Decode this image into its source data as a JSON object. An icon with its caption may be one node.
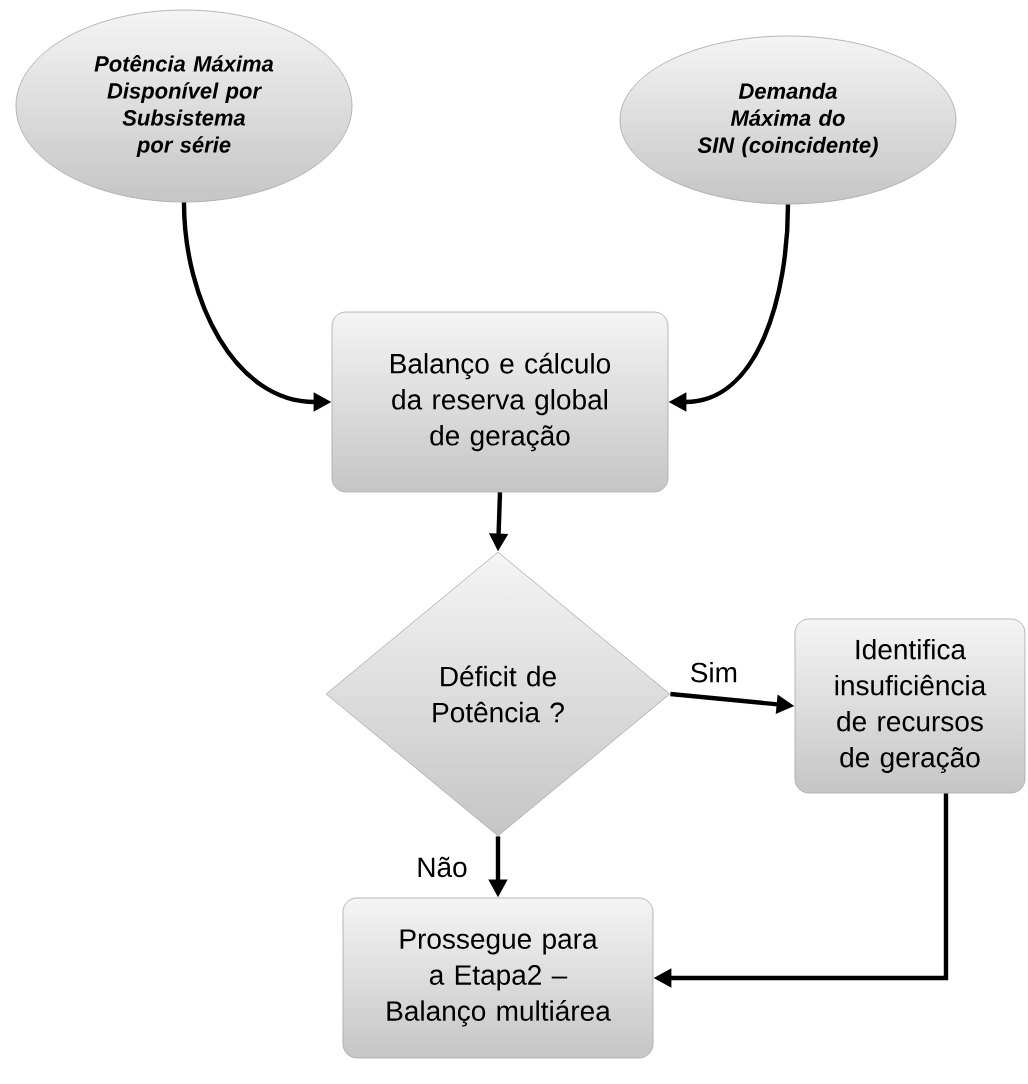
{
  "diagram": {
    "nodes": [
      {
        "text": [
          "Potência Máxima Disponível por Subsistema por série"
        ]
      },
      {
        "text": [
          "Demanda Máxima do SIN (coincidente)"
        ]
      },
      {
        "text": [
          "Balanço e cálculo da reserva global de geração"
        ]
      },
      {
        "text": [
          "Déficit de Potência ?"
        ]
      },
      {
        "text": [
          "Identifica insuficiência de recursos de geração"
        ]
      },
      {
        "text": [
          "Prossegue para a Etapa2 – Balanço multiárea"
        ]
      }
    ],
    "edges": [
      {
        "from": 0,
        "to": 2,
        "arrow": "to"
      },
      {
        "from": 1,
        "to": 2,
        "arrow": "to"
      },
      {
        "from": 2,
        "to": 3,
        "arrow": "to"
      },
      {
        "from": 3,
        "to": 4,
        "arrow": "to",
        "label": "Sim"
      },
      {
        "from": 3,
        "to": 5,
        "arrow": "to",
        "label": "Não"
      },
      {
        "from": 4,
        "to": 5,
        "arrow": "to"
      }
    ]
  }
}
